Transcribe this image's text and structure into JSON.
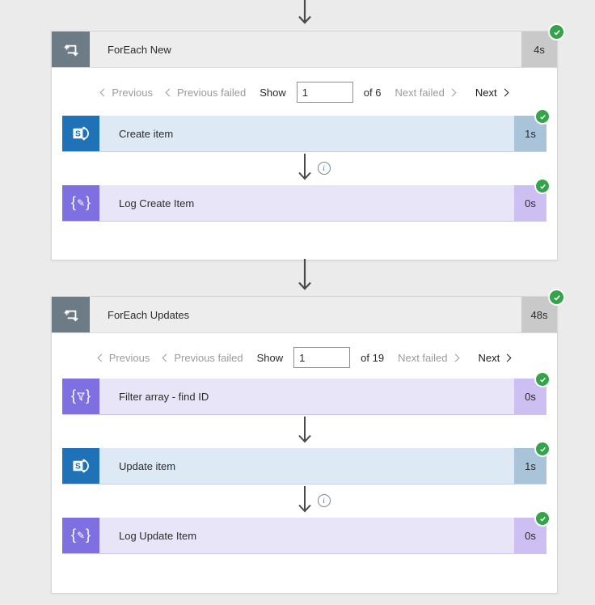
{
  "colors": {
    "canvas_bg": "#ebebeb",
    "loop_header_tile": "#6c7b85",
    "sharepoint_blue": "#1f72b8",
    "operation_purple": "#7f70e2",
    "success_green": "#35a34a",
    "arrow_gray": "#4a4a4a"
  },
  "icons": {
    "brace_open": "{",
    "brace_close": "}",
    "pencil": "✎",
    "info": "i",
    "sharepoint_letter": "S"
  },
  "loops": [
    {
      "title": "ForEach New",
      "duration": "4s",
      "status": "succeeded",
      "pagination": {
        "previous": "Previous",
        "previous_failed": "Previous failed",
        "show": "Show",
        "current_page": "1",
        "of_total": "of 6",
        "next_failed": "Next failed",
        "next": "Next"
      },
      "actions": [
        {
          "title": "Create item",
          "duration": "1s",
          "icon": "sharepoint-icon",
          "status": "succeeded"
        },
        {
          "title": "Log Create Item",
          "duration": "0s",
          "icon": "compose-icon",
          "status": "succeeded"
        }
      ]
    },
    {
      "title": "ForEach Updates",
      "duration": "48s",
      "status": "succeeded",
      "pagination": {
        "previous": "Previous",
        "previous_failed": "Previous failed",
        "show": "Show",
        "current_page": "1",
        "of_total": "of 19",
        "next_failed": "Next failed",
        "next": "Next"
      },
      "actions": [
        {
          "title": "Filter array - find ID",
          "duration": "0s",
          "icon": "filter-array-icon",
          "status": "succeeded"
        },
        {
          "title": "Update item",
          "duration": "1s",
          "icon": "sharepoint-icon",
          "status": "succeeded"
        },
        {
          "title": "Log Update Item",
          "duration": "0s",
          "icon": "compose-icon",
          "status": "succeeded"
        }
      ]
    }
  ]
}
